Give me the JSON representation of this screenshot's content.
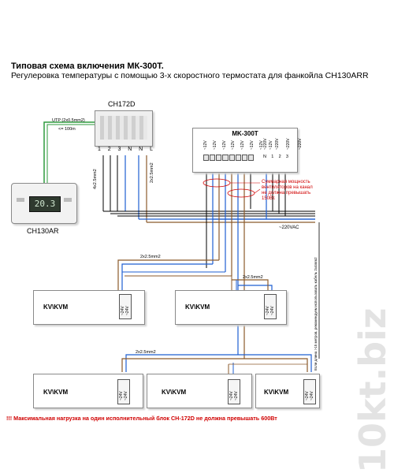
{
  "title": "Типовая схема включения МК-300Т.",
  "subtitle": "Регулеровка температуры с помощью 3-х скоростного термостата для фанкойла СН130ARR",
  "ch172d": {
    "name": "СН172D",
    "terminals": [
      "1",
      "2",
      "3",
      "N",
      "N",
      "L"
    ]
  },
  "thermostat": {
    "name": "СН130AR",
    "display": "20.3"
  },
  "utp": {
    "label": "UTP (2х0.5mm2)",
    "length": "<= 100m"
  },
  "cables": {
    "left": "4x2.5mm2",
    "right": "2x2.5mm2",
    "bus1": "2x2.5mm2",
    "bus2": "2x2.5mm2",
    "bus3": "2x2.5mm2"
  },
  "mk300t": {
    "name": "MK-300T",
    "outputs": [
      "~12V",
      "~12V",
      "~12V",
      "~12V",
      "~12V",
      "~12V",
      "~12V",
      "~12V"
    ],
    "inputs": [
      "~220V",
      "~220V",
      "~220V",
      "~220V"
    ],
    "in_terminals": [
      "N",
      "1",
      "2",
      "3"
    ]
  },
  "note_power": "Суммарная мощность вентиляторов на канал не должна превышать 150Вт.",
  "supply": "~220VAC",
  "vertical_note": "Если длина >15 метров, рекомендуем использовать кабель 2x4mm2",
  "units": [
    {
      "label": "KV\\KVM",
      "t1": "~24V",
      "t2": "~24V"
    },
    {
      "label": "KV\\KVM",
      "t1": "~24V",
      "t2": "~24V"
    },
    {
      "label": "KV\\KVM",
      "t1": "~24V",
      "t2": "~24V"
    },
    {
      "label": "KV\\KVM",
      "t1": "~24V",
      "t2": "~24V"
    },
    {
      "label": "KV\\KVM",
      "t1": "~24V",
      "t2": "~24V"
    }
  ],
  "warning": "!!!  Максимальная нагрузка на один исполнительный блок СН-172D не должна превышать 600Вт",
  "watermark": "10kt.biz",
  "colors": {
    "wire_blue": "#1f5fd1",
    "wire_brown": "#8b5a2b",
    "wire_green": "#2e9b3e",
    "wire_black": "#000000",
    "note_red": "#d00000"
  }
}
